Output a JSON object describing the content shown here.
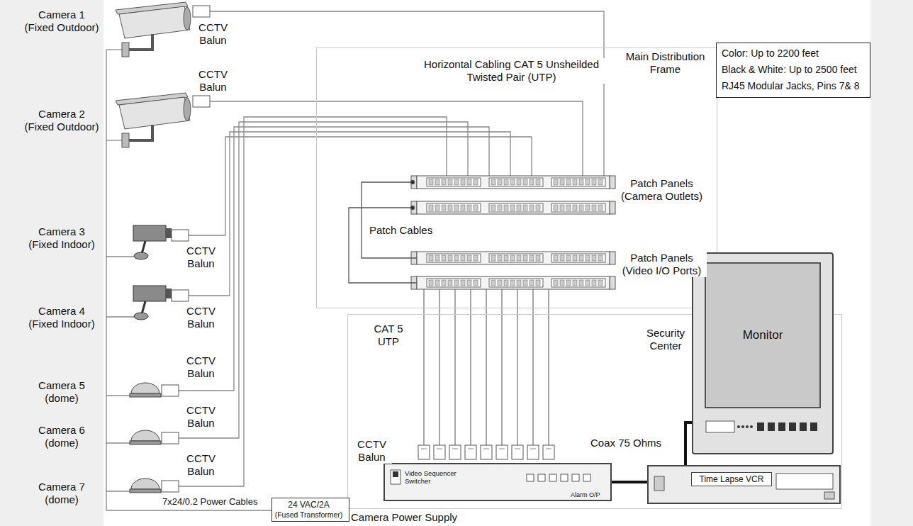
{
  "diagram": {
    "nodes": [
      {
        "text": [
          "Main Distribution Frame"
        ]
      },
      {
        "text": [
          "Security Center"
        ]
      },
      {
        "text": [
          "Monitor"
        ],
        "in": 1
      },
      {
        "text": [
          "Time Lapse VCR"
        ],
        "in": 1
      },
      {
        "text": [
          "Video Sequencer Switcher",
          "Alarm O/P"
        ],
        "in": 1
      },
      {
        "text": [
          "24 VAC/2A",
          "(Fused Transformer)"
        ]
      },
      {
        "text": [
          "Color: Up to 2200 feet",
          "Black & White: Up to 2500 feet",
          "RJ45 Modular Jacks, Pins 7& 8"
        ]
      }
    ],
    "edges": [
      {
        "from": 4,
        "to": 3,
        "arrow": "none"
      },
      {
        "from": 3,
        "to": 2,
        "arrow": "none"
      }
    ],
    "labels": [
      "Camera 1 (Fixed Outdoor)",
      "Camera 2 (Fixed Outdoor)",
      "Camera 3 (Fixed Indoor)",
      "Camera 4 (Fixed Indoor)",
      "Camera 5 (dome)",
      "Camera 6 (dome)",
      "Camera 7 (dome)",
      "CCTV Balun",
      "CCTV Balun",
      "CCTV Balun",
      "CCTV Balun",
      "CCTV Balun",
      "CCTV Balun",
      "CCTV Balun",
      "CCTV Balun",
      "Horizontal Cabling CAT 5 Unsheilded Twisted Pair (UTP)",
      "Patch Panels (Camera Outlets)",
      "Patch Cables",
      "Patch Panels (Video I/O Ports)",
      "CAT 5 UTP",
      "Coax 75 Ohms",
      "7x24/0.2 Power Cables",
      "Camera Power Supply"
    ]
  }
}
